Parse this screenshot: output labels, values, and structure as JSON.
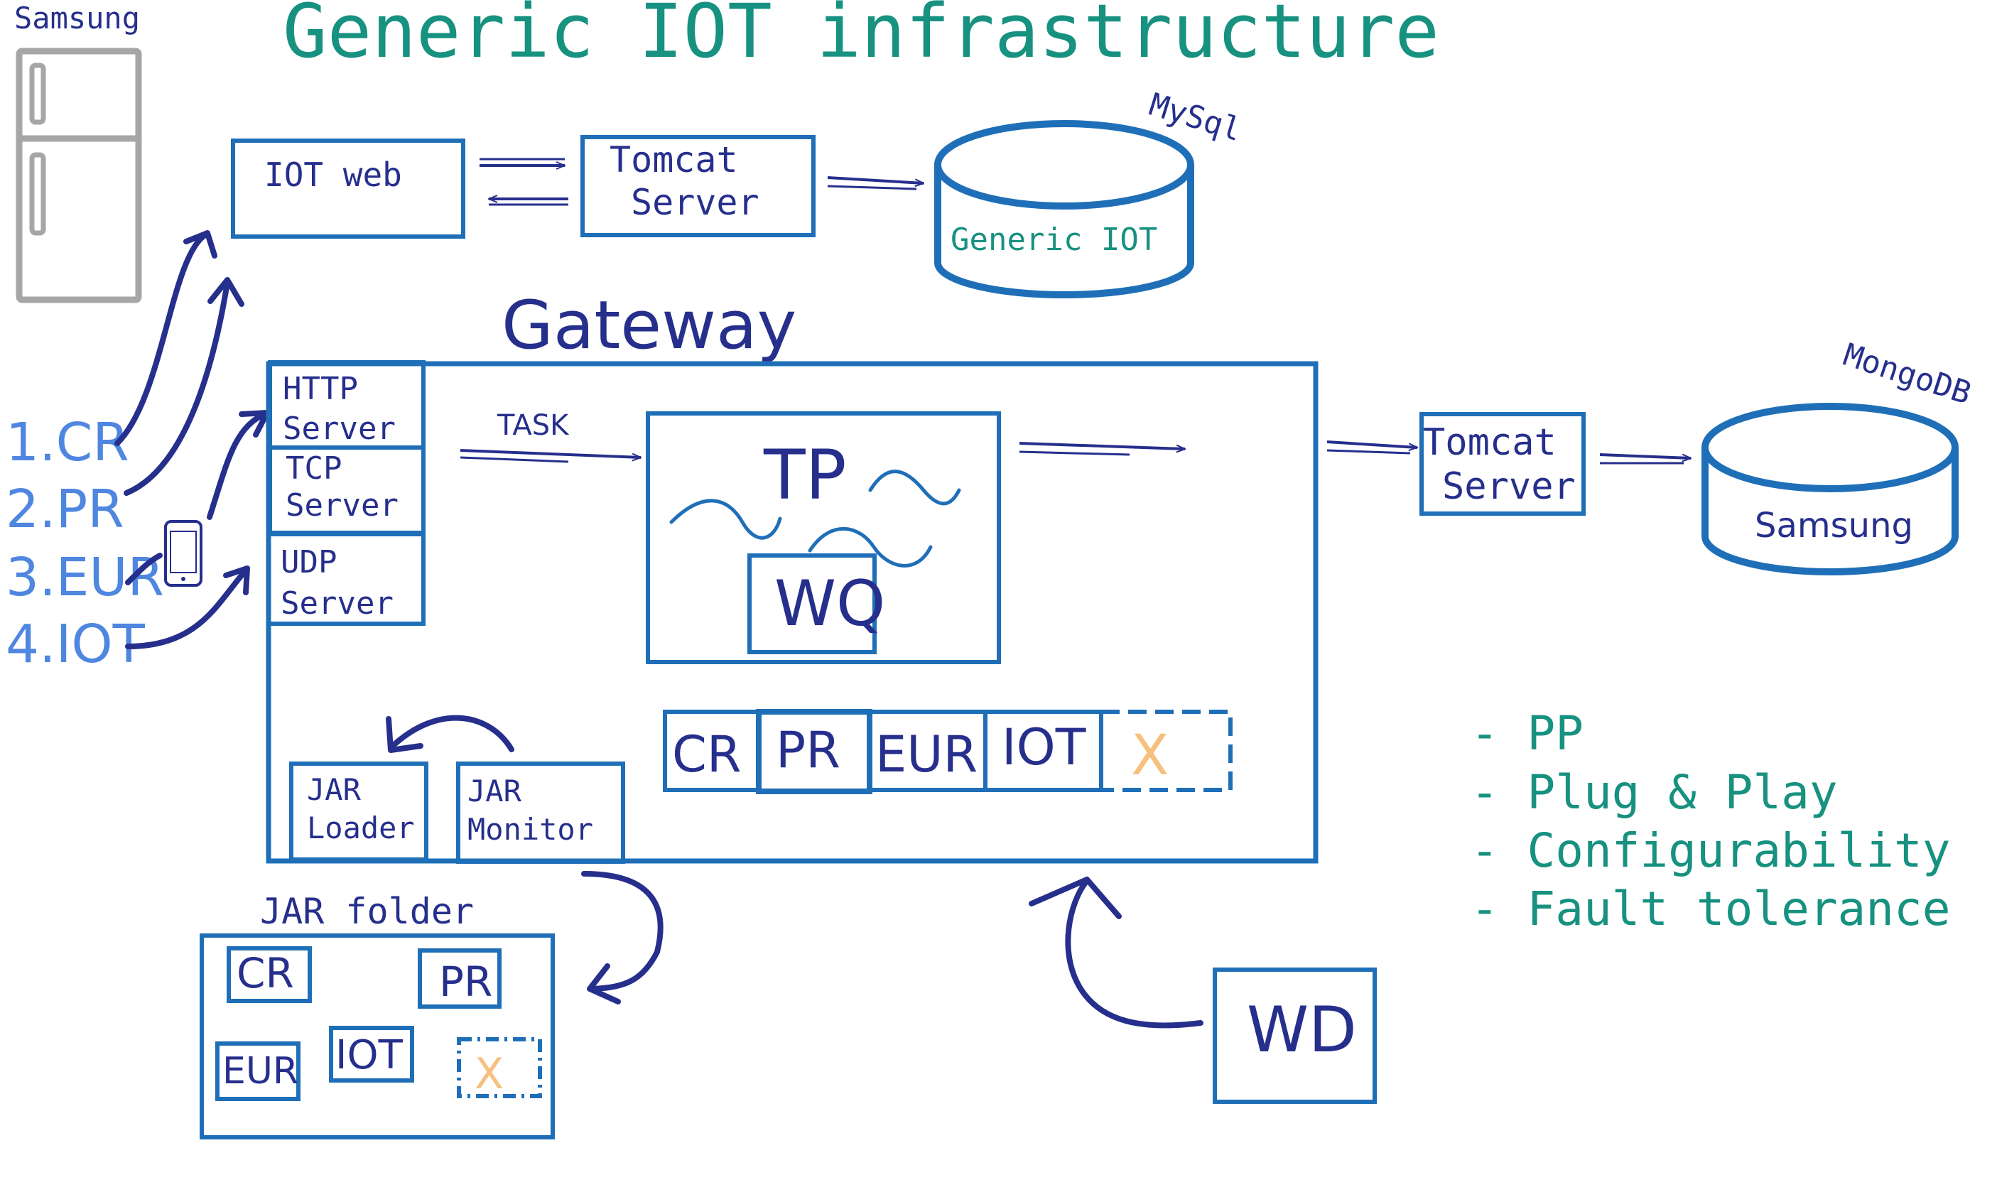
{
  "title": "Generic IOT infrastructure",
  "colors": {
    "teal": "#179180",
    "box_blue": "#1f6fb8",
    "navy": "#262f8c",
    "light_blue": "#4f86e0",
    "orange": "#f7c07e",
    "gray": "#a6a6a6"
  },
  "fridge": {
    "brand": "Samsung",
    "icon": "refrigerator-icon"
  },
  "phone": {
    "icon": "smartphone-icon"
  },
  "top_row": {
    "iot_web": "IOT web",
    "tomcat_line1": "Tomcat",
    "tomcat_line2": "Server",
    "db_engine": "MySql",
    "db_name": "Generic IOT"
  },
  "requests": [
    "1.CR",
    "2.PR",
    "3.EUR",
    "4.IOT"
  ],
  "gateway": {
    "title": "Gateway",
    "http_line1": "HTTP",
    "http_line2": "Server",
    "tcp_line1": "TCP",
    "tcp_line2": "Server",
    "udp_line1": "UDP",
    "udp_line2": "Server",
    "task_label": "TASK",
    "tp": "TP",
    "wq": "WQ",
    "plugins": [
      "CR",
      "PR",
      "EUR",
      "IOT",
      "X"
    ],
    "jar_loader_line1": "JAR",
    "jar_loader_line2": "Loader",
    "jar_monitor_line1": "JAR",
    "jar_monitor_line2": "Monitor"
  },
  "right_row": {
    "tomcat_line1": "Tomcat",
    "tomcat_line2": "Server",
    "db_engine": "MongoDB",
    "db_name": "Samsung"
  },
  "jar_folder": {
    "title": "JAR folder",
    "items": [
      "CR",
      "PR",
      "EUR",
      "IOT",
      "X"
    ]
  },
  "wd": "WD",
  "features": [
    "- PP",
    "- Plug & Play",
    "- Configurability",
    "- Fault tolerance"
  ]
}
